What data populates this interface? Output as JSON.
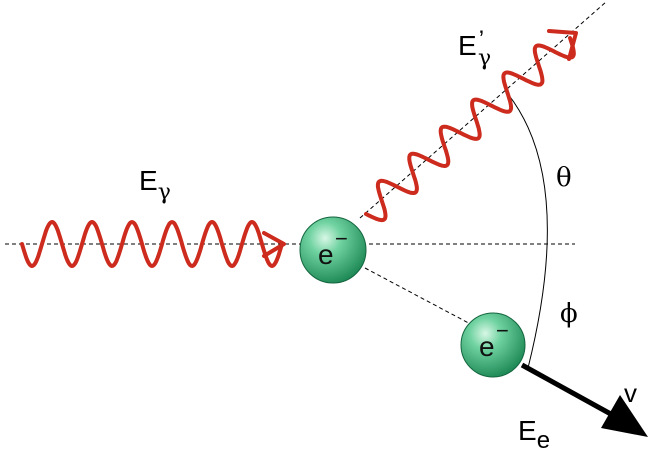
{
  "labels": {
    "incident_energy": "E",
    "incident_sub": "γ",
    "scattered_energy": "E",
    "scattered_prime": "’",
    "scattered_sub": "γ",
    "theta": "θ",
    "phi": "ϕ",
    "electron_energy": "E",
    "electron_sub": "e",
    "velocity": "v",
    "electron_incident": "e",
    "electron_recoil": "e",
    "electron_charge": "−"
  },
  "colors": {
    "photon": "#cc2b1d",
    "electron_fill": "#2fa870",
    "electron_highlight": "#c9f2dc",
    "arrow": "#000000",
    "dashed": "#000000"
  }
}
